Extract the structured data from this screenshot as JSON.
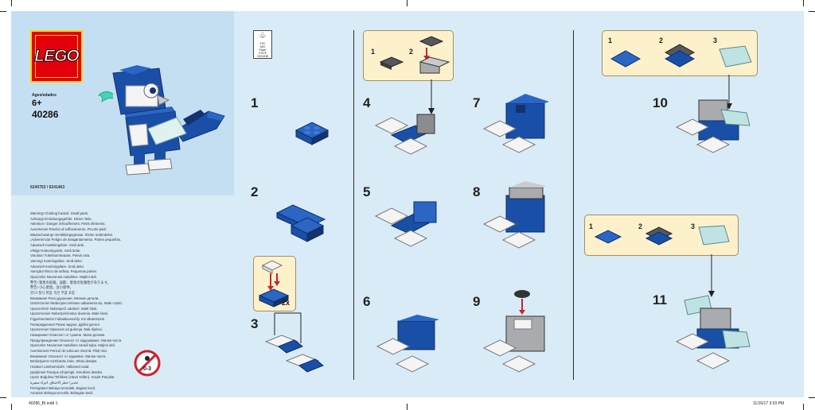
{
  "brand": {
    "logo_text": "LEGO"
  },
  "product": {
    "age_label": "Ages/edades",
    "age": "6+",
    "set_number": "40286",
    "barcode_numbers": "6240753 / 6241463"
  },
  "fsc": {
    "lines": [
      "FSC",
      "MIX",
      "Paper",
      "FSC® C001938"
    ]
  },
  "warnings": [
    "Warning! Choking hazard. Small parts.",
    "Achtung! Erstickungsgefahr. Kleine Teile.",
    "Attention ! Danger d'étouffement. Petits éléments.",
    "Avvertenza! Rischio di soffocamento. Piccole parti.",
    "Waarschuwing! Verstikkingsgevaar. Kleine onderdelen.",
    "¡Advertencia! Peligro de atragantamiento. Partes pequeñas.",
    "Advarsel! Kvælningsfare. Små dele.",
    "Viktigt! Kvävningsrisk. Små delar.",
    "Varoitus! Tukehtumisvaara. Pieniä osia.",
    "Varning! Kvelningsfare. Små deler.",
    "Advarsel! Kvelningsfare. Små deler.",
    "Atenção! Risco de asfixia. Pequenas partes.",
    "Opozorilo! Nevarnost zadušitve. Majhni deli.",
    "警告! 窒息の危険。誤飲、窒息の危険性があります。",
    "警告! 小心窒息。含小部件。",
    "경고! 질식 위험. 작은 부품 포함.",
    "Внимание! Риск удушения. Мелкие детали.",
    "Ostrzeżenie! Niebezpieczeństwo udławienia się. Małe części.",
    "Upozornění! Nebezpečí udušení. Malé části.",
    "Upozornenie! Nebezpečenstvo dusenia. Malé časti.",
    "Figyelmeztetés! Fulladásveszély. Kis alkatrészek.",
    "Попередження! Ризик задухи. Дрібні деталі.",
    "Upozorenje! Opasnost od gušenja. Mali dijelovi.",
    "Назирание! Опасност от гушене. Мали делови.",
    "Предупреждение! Опасност от задушаване. Малки части.",
    "Opozorilo! Nevarnost zadušitve zaradi tujka. Majhni deli.",
    "Avertisment! Pericol de sufocare internă. Părți mici.",
    "Внимание! Опасност от задавяне. Малки части.",
    "Brīdinājums! Aizrīšanās risks. Sīkas detaļas.",
    "Hoiatus! Lämbumisoht. Väikesed osad.",
    "Įspėjimas! Pavojus užspringti. Smulkios detalės.",
    "Uyarı! Boğulma Tehlikesi (Hava Yolları). Küçük Parçalar.",
    "تحذير! خطر الاختناق. أجزاء صغيرة",
    "Peringatan! Bahaya tersedak. Bagian kecil.",
    "Amaran! Bahaya tercekik. Bahagian kecil."
  ],
  "age_warning_icon_label": "0-3",
  "steps": {
    "s1": "1",
    "s2": "2",
    "s3": "3",
    "s4": "4",
    "s5": "5",
    "s6": "6",
    "s7": "7",
    "s8": "8",
    "s9": "9",
    "s10": "10",
    "s11": "11"
  },
  "callouts": {
    "step3_multiplier": "2x",
    "step4_sub": [
      "1",
      "2"
    ],
    "step10_sub": [
      "1",
      "2",
      "3"
    ],
    "step11_sub": [
      "1",
      "2",
      "3"
    ]
  },
  "footer": {
    "left": "40286_BI.indd 1",
    "right": "11/16/17 3:33 PM"
  },
  "colors": {
    "blue": "#1a4fa8",
    "dark_blue": "#12336e",
    "white": "#f4f4f4",
    "gray": "#a9abae",
    "dark_gray": "#55585c",
    "light_aqua": "#bfe3e3",
    "red_arrow": "#d0202a"
  }
}
